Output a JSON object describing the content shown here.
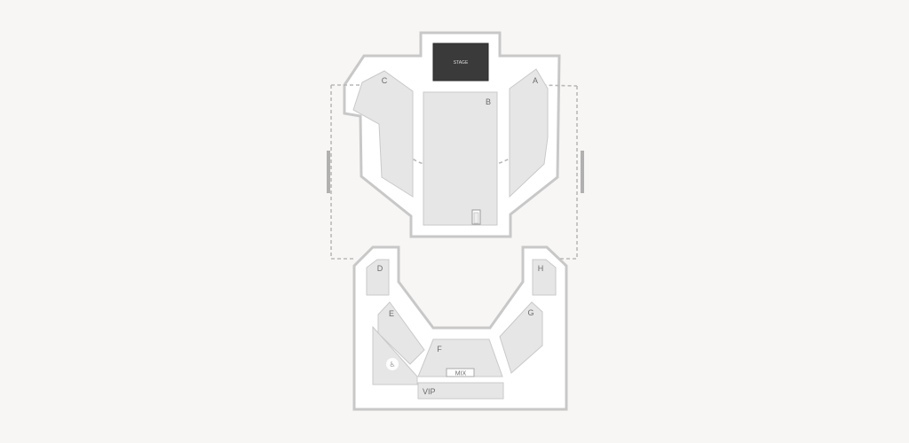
{
  "stage": {
    "label": "STAGE"
  },
  "sections": {
    "A": "A",
    "B": "B",
    "C": "C",
    "D": "D",
    "E": "E",
    "F": "F",
    "G": "G",
    "H": "H",
    "mix": "MIX",
    "vip": "VIP"
  },
  "icons": {
    "accessibility": "wheelchair-icon"
  },
  "colors": {
    "venue_fill": "#ffffff",
    "venue_outline": "#c8c8c8",
    "section_fill": "#e6e6e7",
    "stage_fill": "#3a3a3a",
    "walkway": "#b9b9b9"
  }
}
